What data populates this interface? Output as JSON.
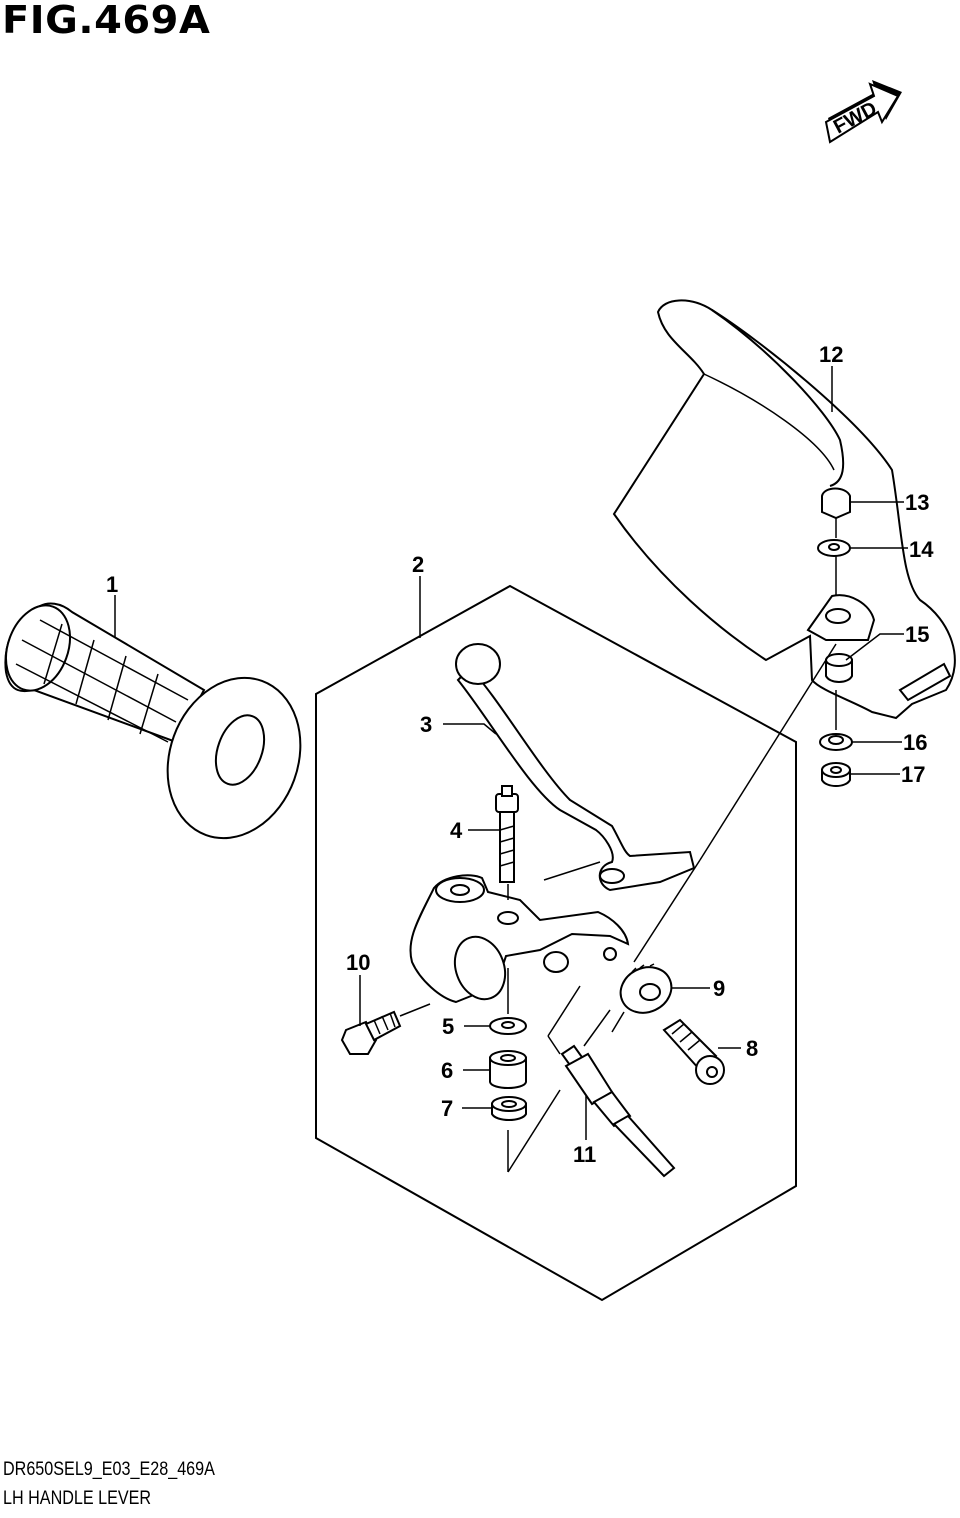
{
  "figure": {
    "title": "FIG.469A",
    "fwd_label": "FWD"
  },
  "parts": [
    {
      "number": "1",
      "icon": "handle-grip"
    },
    {
      "number": "2",
      "icon": "lever-holder-assembly"
    },
    {
      "number": "3",
      "icon": "clutch-lever"
    },
    {
      "number": "4",
      "icon": "pivot-bolt"
    },
    {
      "number": "5",
      "icon": "washer"
    },
    {
      "number": "6",
      "icon": "spacer"
    },
    {
      "number": "7",
      "icon": "nut"
    },
    {
      "number": "8",
      "icon": "cable-adjuster"
    },
    {
      "number": "9",
      "icon": "adjuster-nut"
    },
    {
      "number": "10",
      "icon": "clamp-bolt"
    },
    {
      "number": "11",
      "icon": "switch-cable"
    },
    {
      "number": "12",
      "icon": "knuckle-cover"
    },
    {
      "number": "13",
      "icon": "cap-nut"
    },
    {
      "number": "14",
      "icon": "washer"
    },
    {
      "number": "15",
      "icon": "cushion"
    },
    {
      "number": "16",
      "icon": "washer"
    },
    {
      "number": "17",
      "icon": "nut"
    }
  ],
  "footer": {
    "code": "DR650SEL9_E03_E28_469A",
    "name": "LH HANDLE LEVER"
  }
}
